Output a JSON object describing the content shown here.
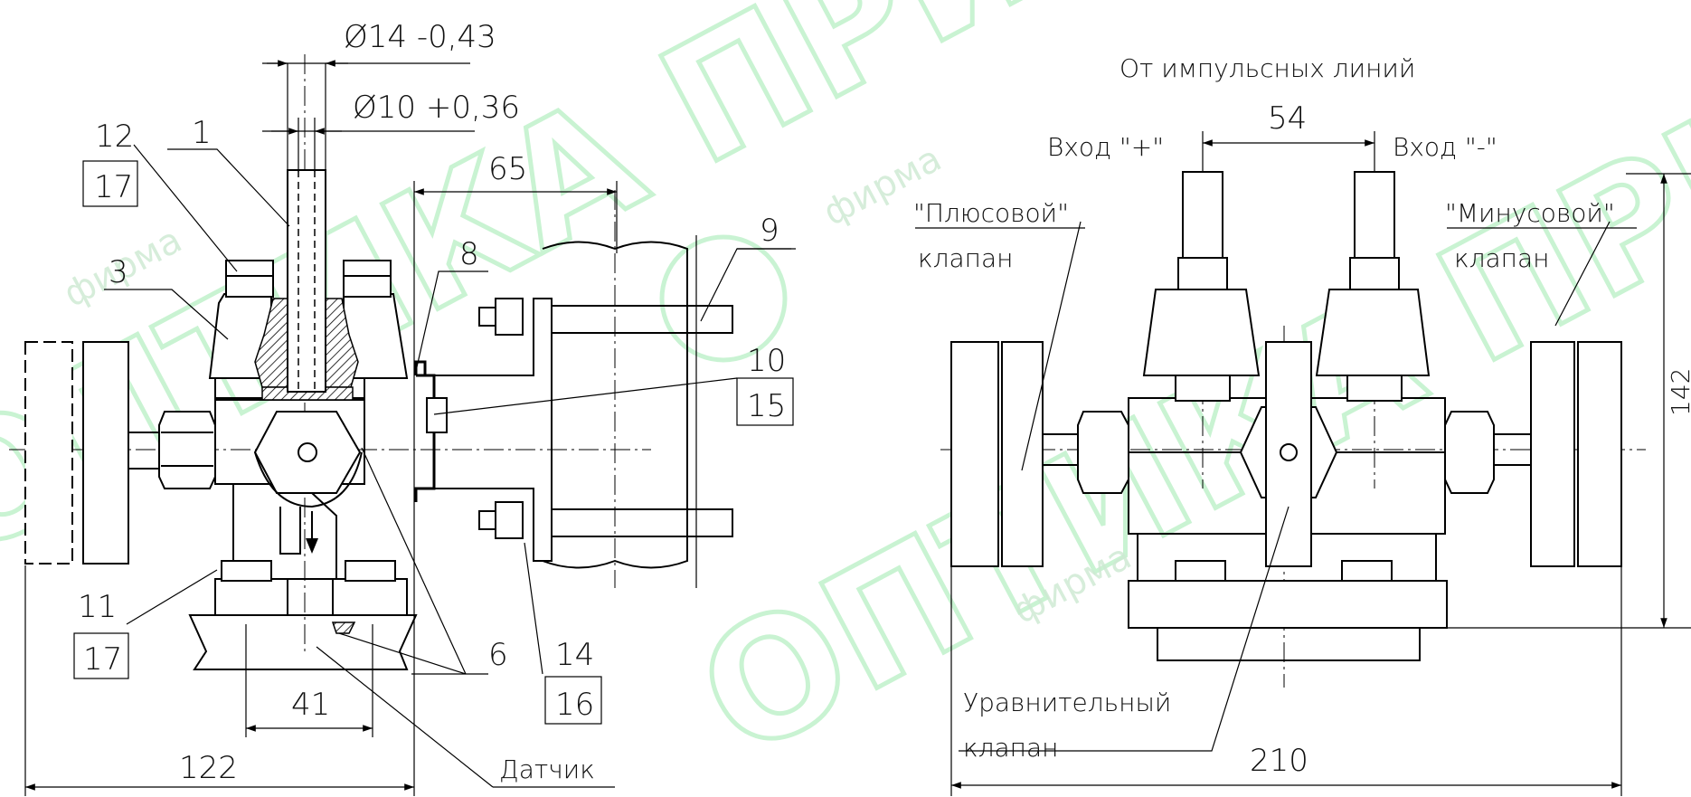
{
  "watermark": {
    "brand": "ОПТИКА ПРИБОР",
    "small": "фирма",
    "color": "#b7efc4"
  },
  "left_view": {
    "dims": {
      "d14": "Ø14 -0,43",
      "d10": "Ø10 +0,36",
      "w65": "65",
      "w41": "41",
      "w122": "122"
    },
    "callouts": {
      "p12": "12",
      "p17a": "17",
      "p1": "1",
      "p3": "3",
      "p8": "8",
      "p9": "9",
      "p10": "10",
      "p15": "15",
      "p11": "11",
      "p17b": "17",
      "p6": "6",
      "p14": "14",
      "p16": "16"
    },
    "sensor_label": "Датчик"
  },
  "right_view": {
    "header": "От импульсных линий",
    "dims": {
      "w54": "54",
      "w210": "210",
      "h142": "142"
    },
    "labels": {
      "input_plus": "Вход \"+\"",
      "input_minus": "Вход \"-\"",
      "plus_valve_1": "\"Плюсовой\"",
      "plus_valve_2": "клапан",
      "minus_valve_1": "\"Минусовой\"",
      "minus_valve_2": "клапан",
      "eq_valve_1": "Уравнительный",
      "eq_valve_2": "клапан"
    }
  }
}
